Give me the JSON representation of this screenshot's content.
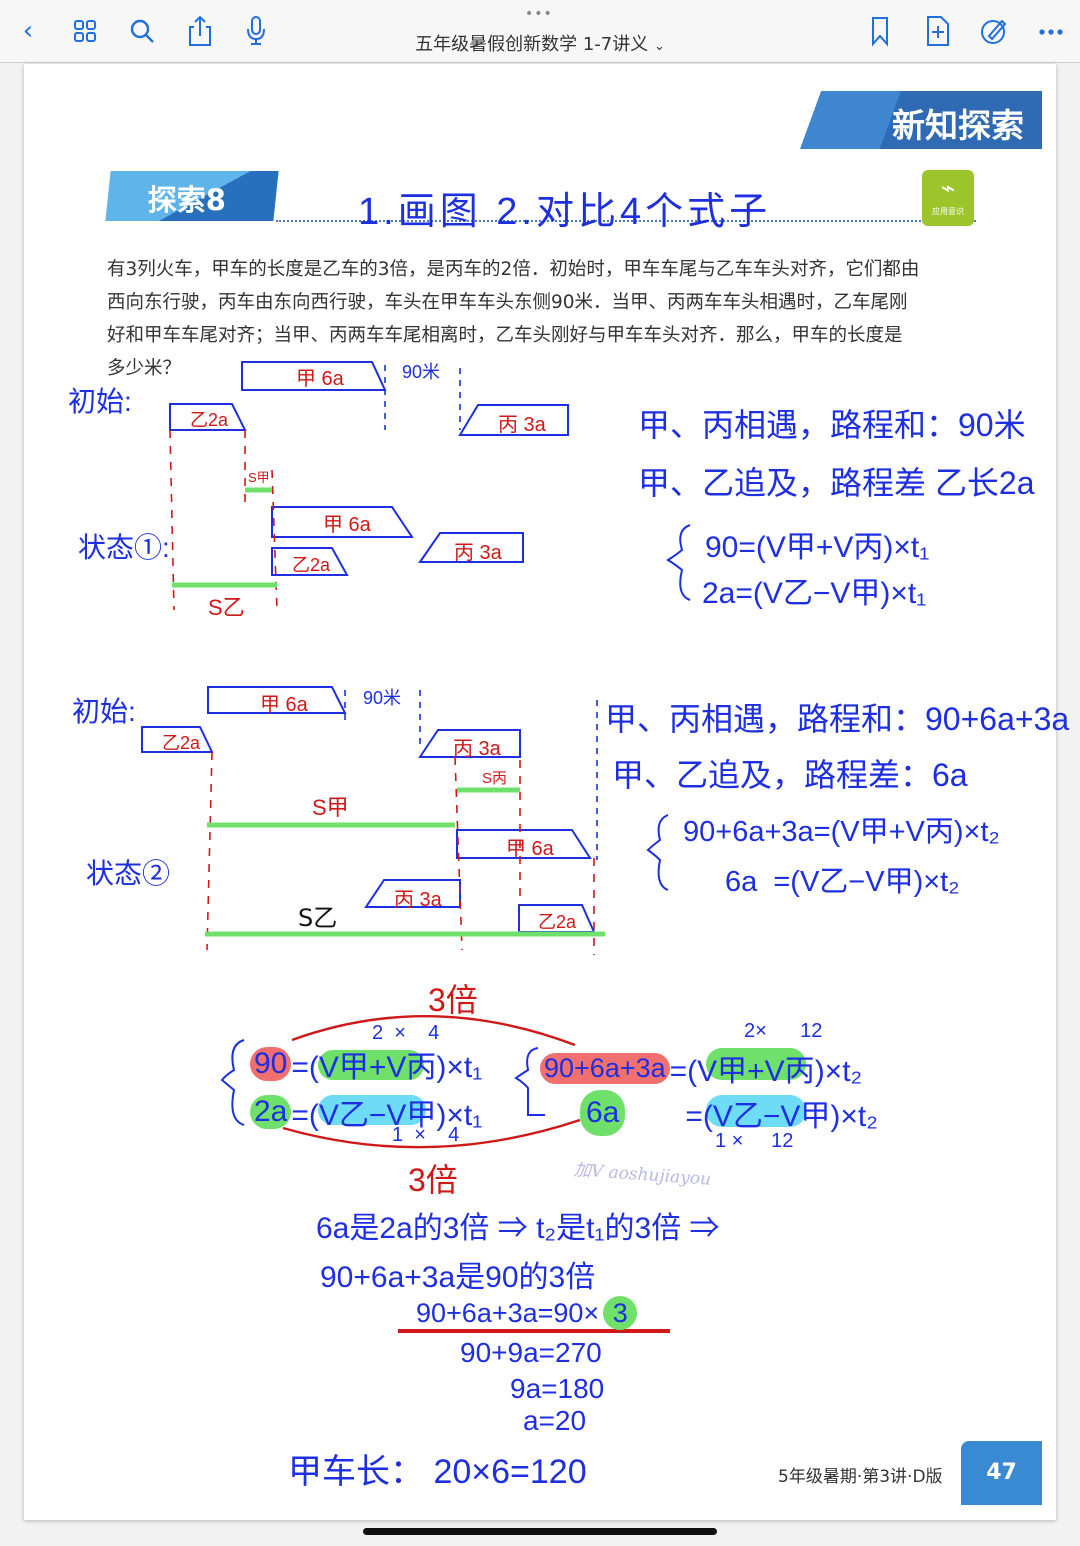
{
  "topbar": {
    "title": "五年级暑假创新数学 1-7讲义",
    "title_chevron": "⌄",
    "grabber": "•••",
    "left_icons": [
      "back-icon",
      "grid-icon",
      "search-icon",
      "share-icon",
      "microphone-icon"
    ],
    "right_icons": [
      "bookmark-icon",
      "add-page-icon",
      "markup-icon",
      "more-icon"
    ]
  },
  "page": {
    "banner": "新知探索",
    "section_tag": "探索8",
    "badge_label": "应用意识",
    "heading_handwritten": "1.画图 2.对比4个式子",
    "problem": [
      "有3列火车，甲车的长度是乙车的3倍，是丙车的2倍．初始时，甲车车尾与乙车车头对齐，它们都由",
      "西向东行驶，丙车由东向西行驶，车头在甲车车头东侧90米．当甲、丙两车车头相遇时，乙车尾刚",
      "好和甲车车尾对齐；当甲、丙两车车尾相离时，乙车头刚好与甲车车头对齐．那么，甲车的长度是",
      "多少米？"
    ],
    "diagram1": {
      "initial_label": "初始:",
      "state_label": "状态①:",
      "jia": "甲 6a",
      "yi": "乙2a",
      "bing": "丙 3a",
      "gap": "90米",
      "s_jia": "S甲",
      "s_yi": "S乙",
      "notes": [
        "甲、丙相遇，路程和：90米",
        "甲、乙追及，路程差 乙长2a"
      ],
      "equations": [
        "90=(V甲+V丙)×t₁",
        "2a=(V乙−V甲)×t₁"
      ]
    },
    "diagram2": {
      "initial_label": "初始:",
      "state_label": "状态②",
      "jia": "甲 6a",
      "yi": "乙2a",
      "bing": "丙 3a",
      "gap": "90米",
      "s_jia": "S甲",
      "s_bing": "S丙",
      "s_yi": "S乙",
      "notes": [
        "甲、丙相遇，路程和：90+6a+3a",
        "甲、乙追及，路程差：6a"
      ],
      "equations": [
        "90+6a+3a=(V甲+V丙)×t₂",
        "6a  =(V乙−V甲)×t₂"
      ]
    },
    "comparison": {
      "top_ratio": "3倍",
      "bottom_ratio": "3倍",
      "left": {
        "eq1_lhs": "90",
        "eq1_rhs": "=(V甲+V丙)×t₁",
        "eq2_lhs": "2a",
        "eq2_rhs": "=(V乙−V甲)×t₁",
        "above": "2  ×    4",
        "below": "1  ×    4"
      },
      "right": {
        "eq1_lhs": "90+6a+3a",
        "eq1_rhs": "=(V甲+V丙)×t₂",
        "eq2_lhs": "6a",
        "eq2_rhs": "=(V乙−V甲)×t₂",
        "above": "2×      12",
        "below": "1 ×     12"
      },
      "watermark": "加V aoshujiayou"
    },
    "solution": [
      "6a是2a的3倍 ⇒ t₂是t₁的3倍 ⇒",
      "90+6a+3a是90的3倍",
      "90+6a+3a=90×",
      "3",
      "90+9a=270",
      "9a=180",
      "a=20",
      "甲车长： 20×6=120"
    ],
    "footer": "5年级暑期·第3讲·D版",
    "page_number": "47"
  },
  "colors": {
    "ink_blue": "#1d2fe0",
    "ink_red": "#d01818",
    "highlight_green": "#6fe06a",
    "highlight_cyan": "#6fdcf5",
    "highlight_red": "#f07070",
    "accent": "#1f6fe0"
  }
}
